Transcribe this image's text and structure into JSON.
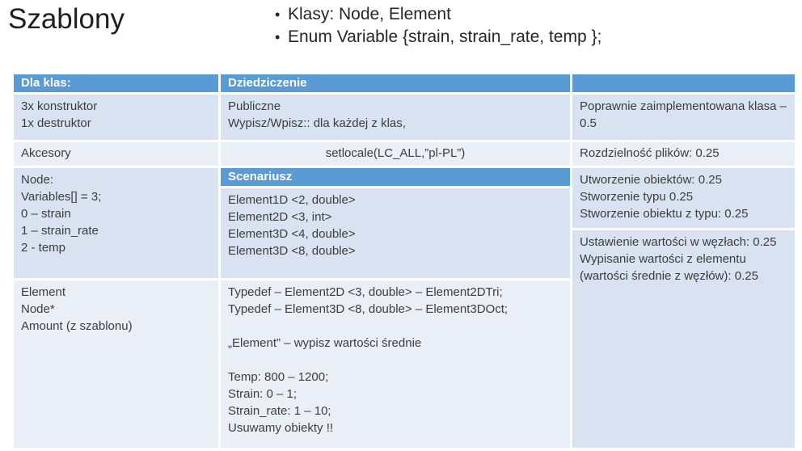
{
  "slide": {
    "title": "Szablony",
    "bullets": [
      "Klasy: Node, Element",
      "Enum Variable {strain, strain_rate, temp };"
    ],
    "bullet_glyph": "•"
  },
  "colors": {
    "header_blue": "#5b9bd5",
    "band_dark": "#d9e2f1",
    "band_light": "#eaeef7",
    "header_text": "#ffffff",
    "body_text": "#3d3d3d"
  },
  "table": {
    "col1": {
      "header": "Dla klas:",
      "row1": "3x konstruktor\n1x destruktor",
      "row2": "Akcesory",
      "row3": "Node:\nVariables[] = 3;\n0 – strain\n1 – strain_rate\n2 - temp",
      "row4": "Element\nNode*\nAmount (z szablonu)"
    },
    "col2": {
      "header": "Dziedziczenie",
      "row1": "Publiczne\nWypisz/Wpisz:: dla każdej z klas,",
      "row2": "setlocale(LC_ALL,”pl-PL”)",
      "subheader": "Scenariusz",
      "row3": "Element1D <2, double>\nElement2D <3, int>\nElement3D <4, double>\nElement3D <8, double>",
      "row4": "Typedef – Element2D <3, double> – Element2DTri;\nTypedef – Element3D <8, double> – Element3DOct;\n\n„Element” – wypisz wartości średnie\n\nTemp: 800 – 1200;\nStrain: 0 – 1;\nStrain_rate: 1 – 10;\nUsuwamy obiekty !!"
    },
    "col3": {
      "header": "",
      "row1": "Poprawnie zaimplementowana klasa – 0.5",
      "row2": "Rozdzielność plików: 0.25",
      "row3": "Utworzenie obiektów: 0.25\nStworzenie typu 0.25\nStworzenie obiektu z typu: 0.25",
      "row4": "Ustawienie wartości w węzłach: 0.25\nWypisanie wartości z elementu (wartości średnie z węzłów): 0.25"
    }
  }
}
